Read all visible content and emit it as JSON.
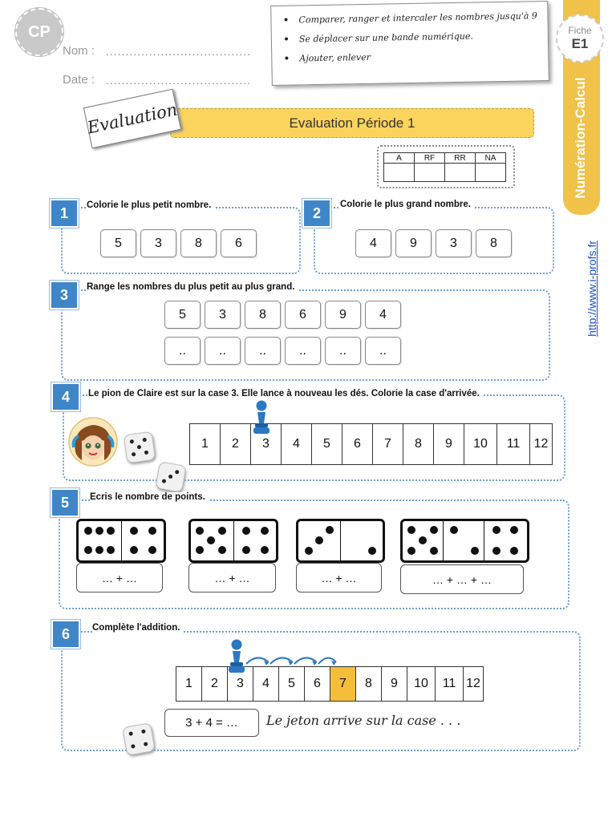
{
  "header": {
    "level_badge": "CP",
    "name_label": "Nom :",
    "date_label": "Date :",
    "blank": "....................................."
  },
  "objectives": [
    "Comparer, ranger et intercaler les nombres jusqu'à 9",
    "Se déplacer sur une bande numérique.",
    "Ajouter, enlever"
  ],
  "fiche": {
    "label": "Fiche",
    "code": "E1"
  },
  "side_title": "Numération-Calcul",
  "site_link": "http://www.i-profs.fr",
  "eval_card": "Evaluation",
  "banner_title": "Evaluation Période 1",
  "grade_cols": [
    "A",
    "RF",
    "RR",
    "NA"
  ],
  "ex1": {
    "num": "1",
    "instruction": "Colorie le plus petit nombre.",
    "numbers": [
      "5",
      "3",
      "8",
      "6"
    ]
  },
  "ex2": {
    "num": "2",
    "instruction": "Colorie le plus grand nombre.",
    "numbers": [
      "4",
      "9",
      "3",
      "8"
    ]
  },
  "ex3": {
    "num": "3",
    "instruction": "Range les nombres du plus petit au plus grand.",
    "numbers": [
      "5",
      "3",
      "8",
      "6",
      "9",
      "4"
    ],
    "blanks": [
      "..",
      "..",
      "..",
      "..",
      "..",
      ".."
    ]
  },
  "ex4": {
    "num": "4",
    "instruction": "Le pion de Claire est sur la case 3. Elle lance à nouveau les dés. Colorie la case d'arrivée.",
    "strip": [
      "1",
      "2",
      "3",
      "4",
      "5",
      "6",
      "7",
      "8",
      "9",
      "10",
      "11",
      "12"
    ],
    "pawn_on": "3"
  },
  "ex5": {
    "num": "5",
    "instruction": "Ecris le nombre de points.",
    "answers": [
      "… + …",
      "… + …",
      "… + …",
      "… + … + …"
    ]
  },
  "ex6": {
    "num": "6",
    "instruction": "Complète l'addition.",
    "strip": [
      "1",
      "2",
      "3",
      "4",
      "5",
      "6",
      "7",
      "8",
      "9",
      "10",
      "11",
      "12"
    ],
    "highlight": "7",
    "highlight_color": "#f4bd3a",
    "equation": "3 + 4 = …",
    "sentence": "Le jeton arrive sur la case . . ."
  },
  "colors": {
    "accent_blue": "#3f86c9",
    "banner_yellow": "#fad45d",
    "tab_orange": "#f0c24a",
    "pawn_blue": "#2b78c2"
  }
}
